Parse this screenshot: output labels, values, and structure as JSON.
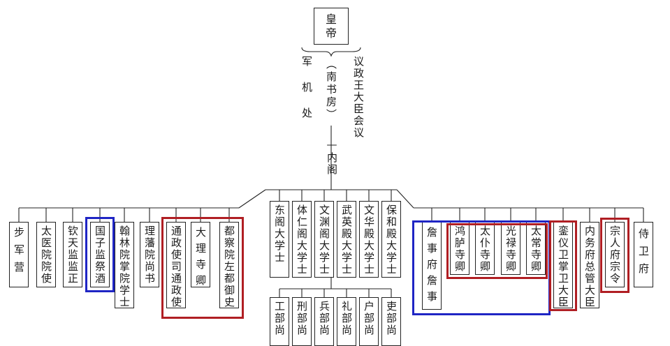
{
  "colors": {
    "line": "#222222",
    "highlight_red": "#b01e23",
    "highlight_blue": "#1f25c4"
  },
  "emperor": {
    "char1": "皇",
    "char2": "帝"
  },
  "top": {
    "junjichu": "军机处",
    "nanshufang": "（南书房）",
    "yizheng": "议政王大臣会议",
    "neige": "—内阁"
  },
  "left_nodes": [
    {
      "id": "bujunying",
      "label": "步军营"
    },
    {
      "id": "taiyiyuan",
      "label": "太医院院使"
    },
    {
      "id": "qintianjian",
      "label": "钦天监监正"
    },
    {
      "id": "guozijian",
      "label": "国子监祭酒"
    },
    {
      "id": "hanlinyuan",
      "label": "翰林院掌院学士"
    },
    {
      "id": "lifanyuan",
      "label": "理藩院尚书"
    },
    {
      "id": "tongzhengshi",
      "label": "通政使司通政使"
    },
    {
      "id": "dalisi",
      "label": "大理寺卿"
    },
    {
      "id": "duchayuan",
      "label": "都察院左都御史"
    }
  ],
  "center_nodes": [
    {
      "id": "dongge",
      "label": "东阁大学士"
    },
    {
      "id": "tirenge",
      "label": "体仁阁大学士"
    },
    {
      "id": "wenyuange",
      "label": "文渊阁大学士"
    },
    {
      "id": "wuyingdian",
      "label": "武英殿大学士"
    },
    {
      "id": "wenhuadian",
      "label": "文华殿大学士"
    },
    {
      "id": "baohedian",
      "label": "保和殿大学士"
    }
  ],
  "ministries": [
    {
      "id": "gongbu",
      "label": "工部尚"
    },
    {
      "id": "xingbu",
      "label": "刑部尚"
    },
    {
      "id": "bingbu",
      "label": "兵部尚"
    },
    {
      "id": "libu_rites",
      "label": "礼部尚"
    },
    {
      "id": "hubu",
      "label": "户部尚"
    },
    {
      "id": "libu_personnel",
      "label": "吏部尚"
    }
  ],
  "right_nodes": [
    {
      "id": "zhanshifu",
      "label": "詹事府詹事"
    },
    {
      "id": "honglusi",
      "label": "鸿胪寺卿"
    },
    {
      "id": "taipusi",
      "label": "太仆寺卿"
    },
    {
      "id": "guanglusi",
      "label": "光禄寺卿"
    },
    {
      "id": "taichangsi",
      "label": "太常寺卿"
    },
    {
      "id": "luanyiwei",
      "label": "銮仪卫掌卫大臣"
    },
    {
      "id": "neiwufu",
      "label": "内务府总管大臣"
    },
    {
      "id": "zongrenfu",
      "label": "宗人府宗令"
    },
    {
      "id": "shiweifu",
      "label": "侍卫府"
    }
  ]
}
